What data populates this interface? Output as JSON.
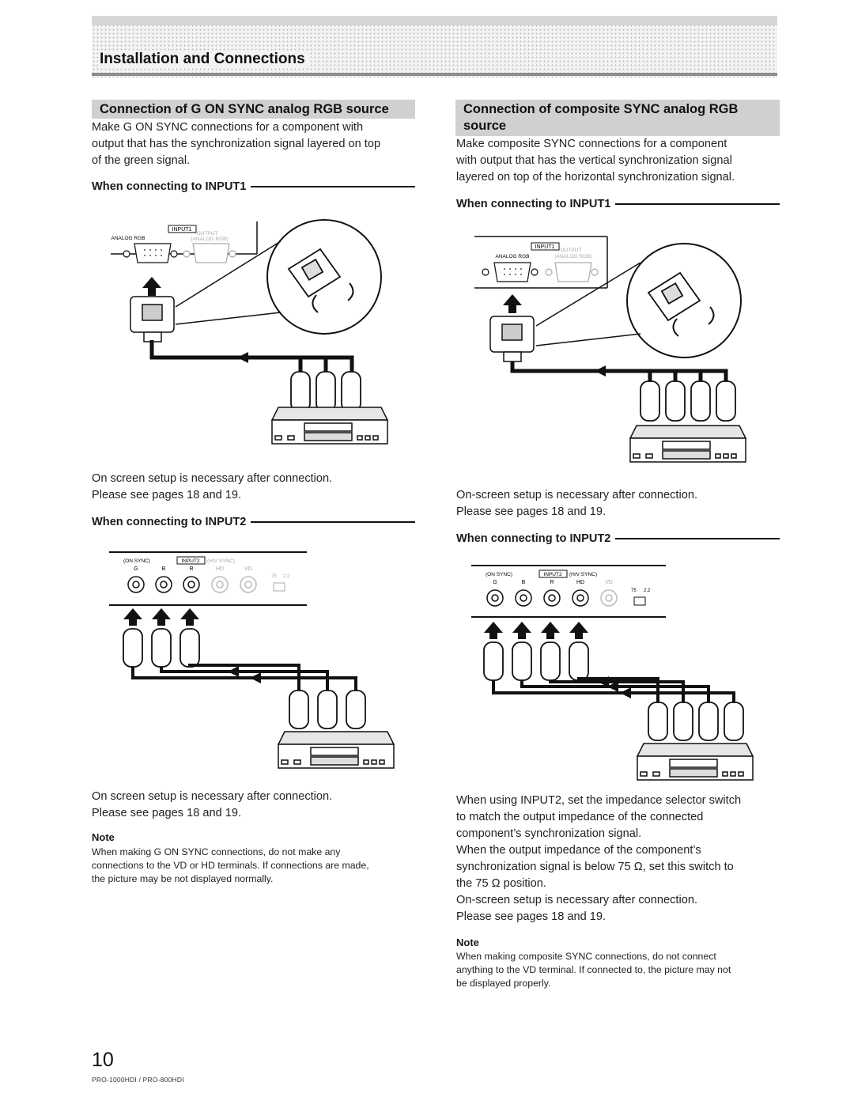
{
  "header": {
    "title": "Installation and Connections"
  },
  "left": {
    "heading": "Connection of G ON SYNC analog RGB source",
    "intro": [
      "Make G ON SYNC connections for a component with",
      "output that has the synchronization signal layered on top",
      "of the green signal."
    ],
    "input1_label": "When connecting to INPUT1",
    "input1_after": [
      "On screen setup is necessary after connection.",
      "Please see pages 18 and 19."
    ],
    "input2_label": "When connecting to INPUT2",
    "input2_after": [
      "On screen setup is necessary after connection.",
      "Please see pages 18 and 19."
    ],
    "note_title": "Note",
    "note_lines": [
      "When making G ON SYNC connections, do not make any",
      "connections to the VD or HD terminals. If connections are made,",
      "the picture may be not displayed normally."
    ]
  },
  "right": {
    "heading_lines": [
      "Connection of composite SYNC analog RGB",
      "source"
    ],
    "intro": [
      "Make composite SYNC connections for a component",
      "with output that has the vertical synchronization signal",
      "layered on top of the horizontal synchronization signal."
    ],
    "input1_label": "When connecting to INPUT1",
    "input1_after": [
      "On-screen setup is necessary after connection.",
      "Please see pages 18 and 19."
    ],
    "input2_label": "When connecting to INPUT2",
    "input2_after": [
      "When using INPUT2, set the impedance selector switch",
      "to match the output impedance of the connected",
      "component’s synchronization signal.",
      "When the output impedance of the component’s",
      "synchronization signal is below 75 Ω, set this switch to",
      "the 75 Ω position.",
      "On-screen setup is necessary after connection.",
      "Please see pages 18 and 19."
    ],
    "note_title": "Note",
    "note_lines": [
      "When making composite SYNC connections, do not connect",
      "anything to the VD terminal. If connected to, the picture may not",
      "be displayed properly."
    ]
  },
  "diagram_labels": {
    "input1": "INPUT1",
    "output": "OUTPUT",
    "analog_rgb": "ANALOG RGB",
    "analog_rgb_paren": "(ANALOG RGB)",
    "on_sync": "(ON SYNC)",
    "input2": "INPUT2",
    "hv_sync": "(H/V SYNC)",
    "g": "G",
    "b": "B",
    "r": "R",
    "hd": "HD",
    "vd": "VD",
    "ohm75": "75",
    "ohm22": "2.2"
  },
  "footer": {
    "page_number": "10",
    "model": "PRO-1000HDI / PRO-800HDI"
  }
}
